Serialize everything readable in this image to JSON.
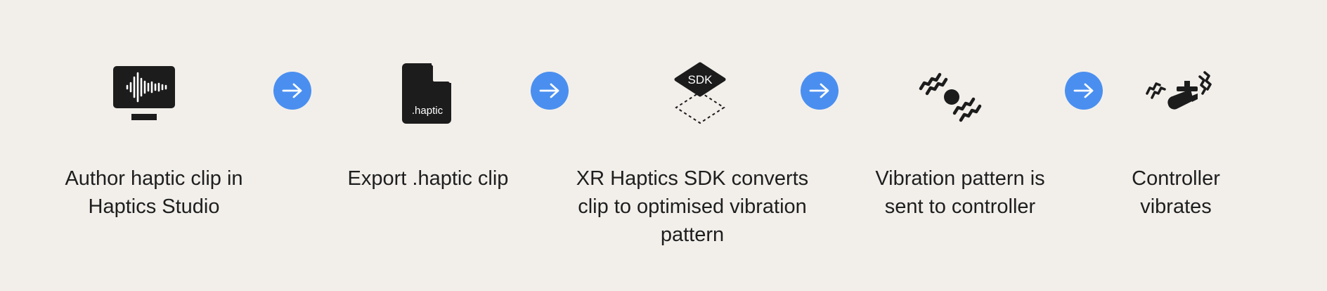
{
  "steps": [
    {
      "label": "Author haptic clip in Haptics Studio",
      "icon": "monitor-waveform-icon"
    },
    {
      "label": "Export .haptic clip",
      "icon": "haptic-file-icon",
      "file_badge": ".haptic"
    },
    {
      "label": "XR Haptics SDK converts clip to optimised vibration pattern",
      "icon": "sdk-diamond-icon",
      "sdk_badge": "SDK"
    },
    {
      "label": "Vibration pattern is sent to controller",
      "icon": "vibration-icon"
    },
    {
      "label": "Controller vibrates",
      "icon": "vibrating-controller-icon"
    }
  ],
  "connector_icon": "arrow-right-icon",
  "colors": {
    "background": "#f2efeb",
    "arrow_circle": "#4a8ff0",
    "icon": "#1c1c1c",
    "text": "#1e1e1e"
  }
}
